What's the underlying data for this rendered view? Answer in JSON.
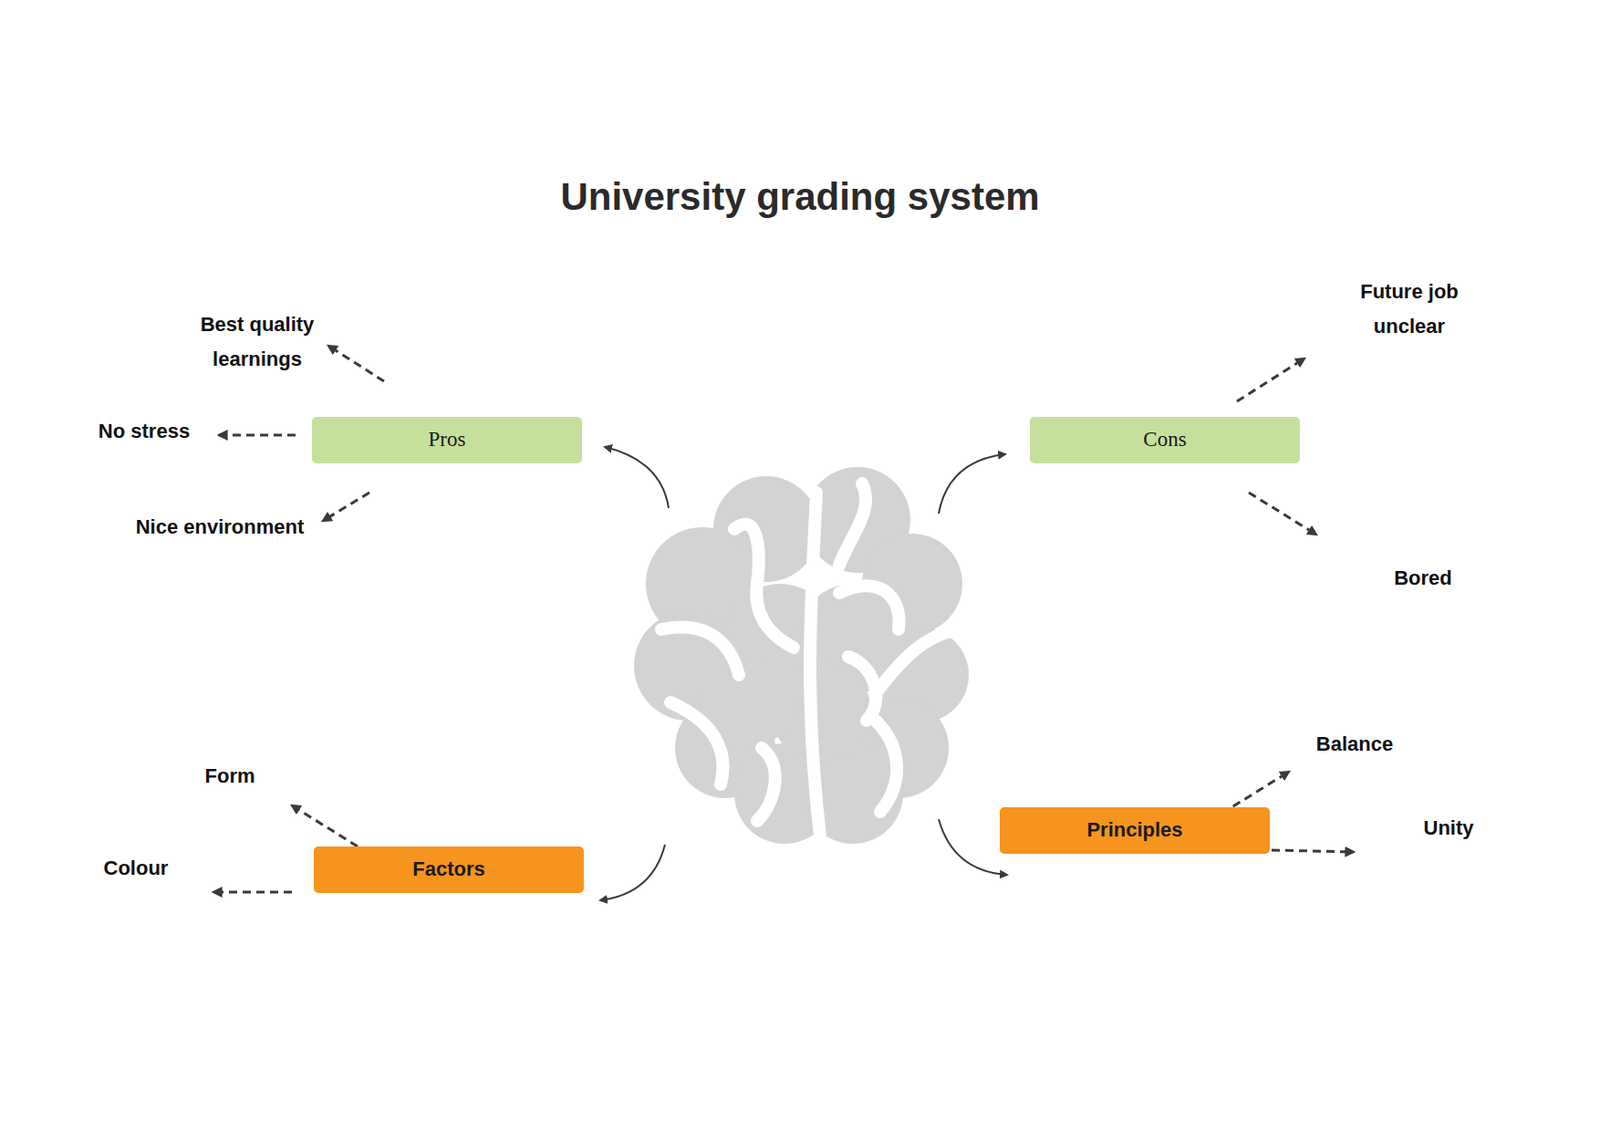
{
  "diagram": {
    "title": "University grading system",
    "nodes": [
      {
        "text": [
          "Pros"
        ]
      },
      {
        "text": [
          "Cons"
        ]
      },
      {
        "text": [
          "Factors"
        ]
      },
      {
        "text": [
          "Principles"
        ]
      }
    ],
    "labels": [
      "Best quality learnings",
      "No stress",
      "Nice environment",
      "Future job unclear",
      "Bored",
      "Form",
      "Colour",
      "Balance",
      "Unity"
    ]
  }
}
